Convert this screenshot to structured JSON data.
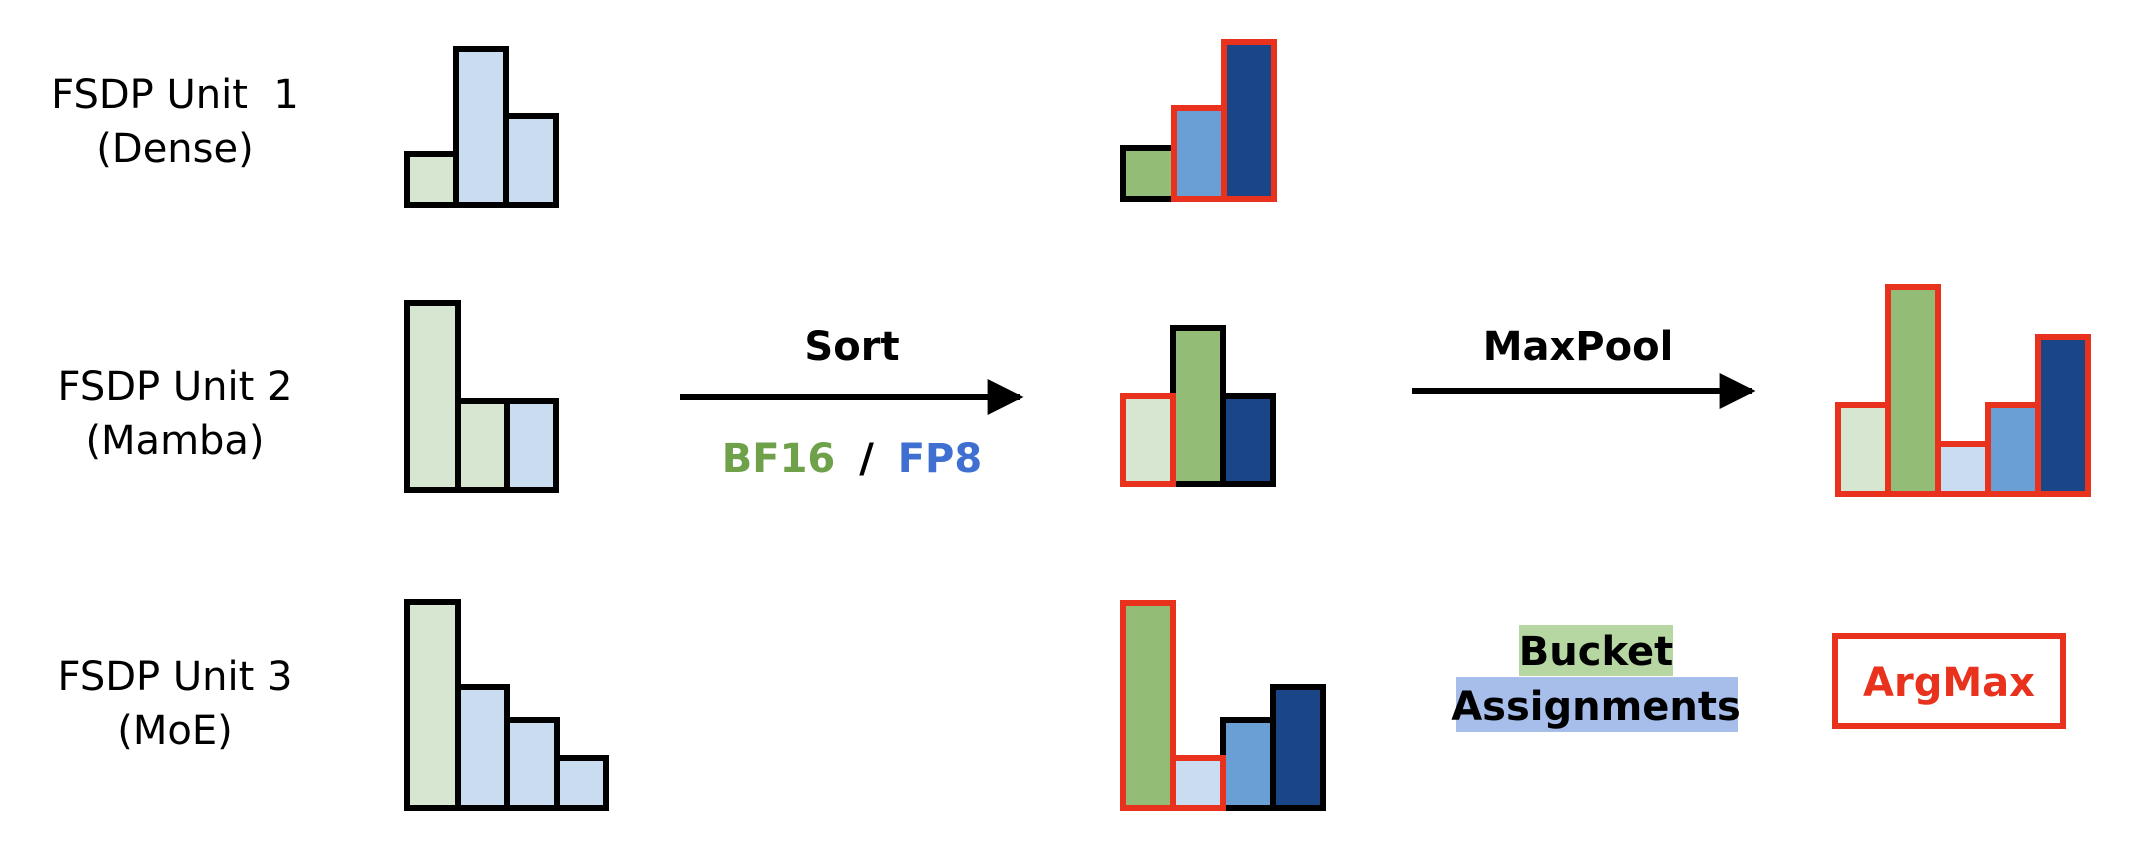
{
  "units": [
    {
      "line1": "FSDP Unit  1",
      "line2": "(Dense)"
    },
    {
      "line1": "FSDP Unit 2",
      "line2": "(Mamba)"
    },
    {
      "line1": "FSDP Unit 3",
      "line2": "(MoE)"
    }
  ],
  "arrows": {
    "sort_label": "Sort",
    "maxpool_label": "MaxPool"
  },
  "precision": {
    "bf16": "BF16",
    "separator": "/",
    "fp8": "FP8"
  },
  "legend": {
    "bucket": "Bucket",
    "assignments": "Assignments",
    "argmax": "ArgMax"
  },
  "colors": {
    "light_green": "#d7e6d0",
    "green": "#93bd76",
    "light_blue": "#c9dcf0",
    "mid_blue": "#6a9fd6",
    "dark_blue": "#1a4687",
    "highlight_red": "#e8321e",
    "outline": "#000000",
    "bf16_text": "#6fa04a",
    "fp8_text": "#3f6fd0",
    "bucket_bg": "#b6d6a2",
    "assignments_bg": "#a7bdea"
  }
}
